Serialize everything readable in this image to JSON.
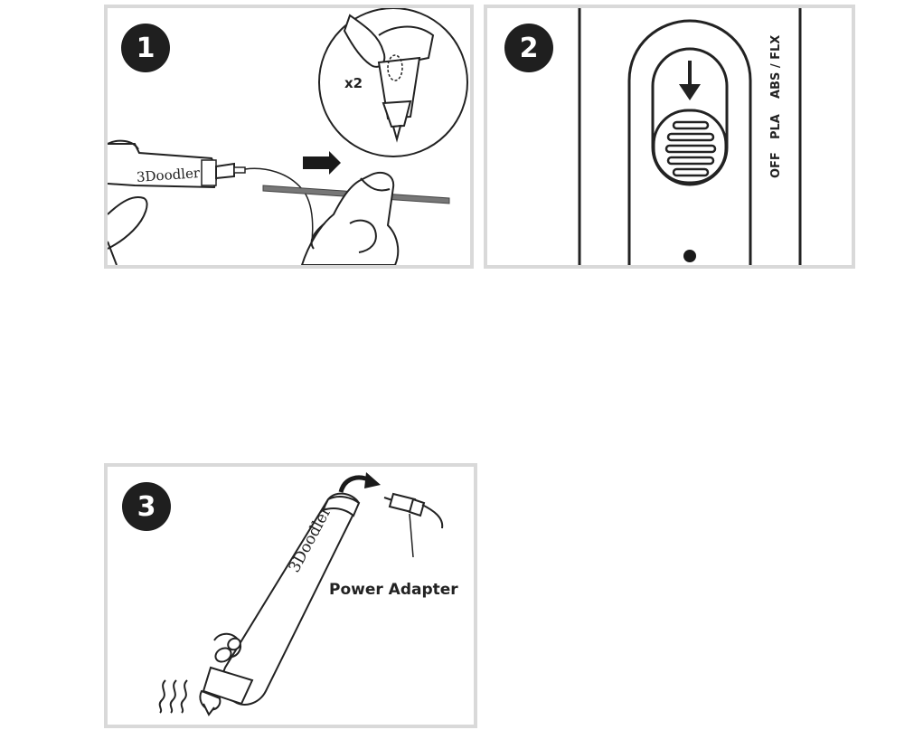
{
  "steps": [
    {
      "number": "1",
      "multiplier": "x2",
      "brand": "3Doodler"
    },
    {
      "number": "2",
      "switch_labels": [
        "ABS / FLX",
        "PLA",
        "OFF"
      ]
    },
    {
      "number": "3",
      "brand": "3Doodler",
      "callout": "Power Adapter"
    }
  ]
}
